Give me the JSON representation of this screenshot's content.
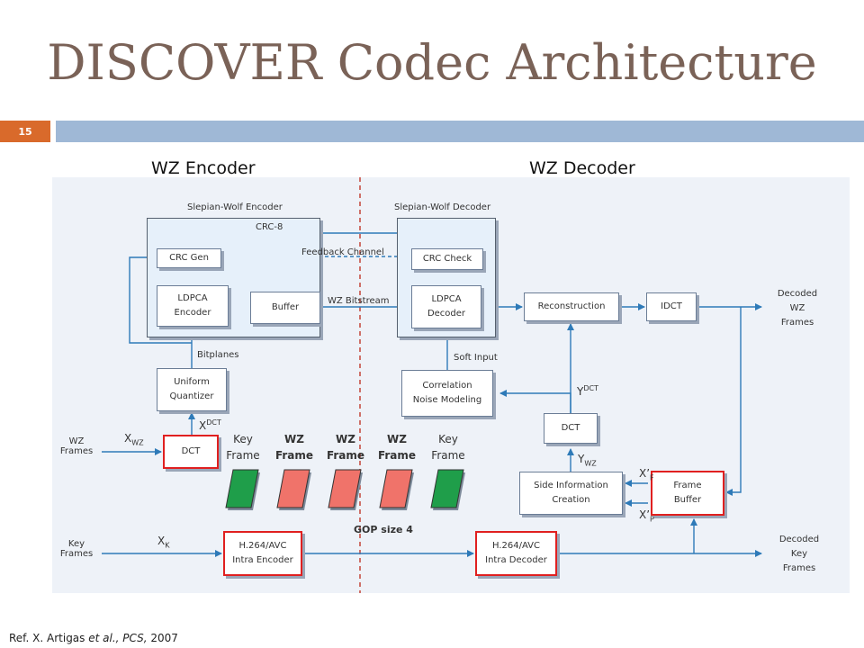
{
  "slide": {
    "title": "DISCOVER Codec Architecture",
    "number": "15",
    "reference_prefix": "Ref. X. Artigas ",
    "reference_italic": "et al., PCS,",
    "reference_suffix": " 2007"
  },
  "sections": {
    "encoder": "WZ Encoder",
    "decoder": "WZ Decoder"
  },
  "blocks": {
    "sw_encoder": "Slepian-Wolf Encoder",
    "sw_decoder": "Slepian-Wolf Decoder",
    "crc_gen": "CRC Gen",
    "crc_check": "CRC Check",
    "ldpca_encoder_1": "LDPCA",
    "ldpca_encoder_2": "Encoder",
    "buffer": "Buffer",
    "ldpca_decoder_1": "LDPCA",
    "ldpca_decoder_2": "Decoder",
    "reconstruction": "Reconstruction",
    "idct": "IDCT",
    "uniform_quantizer_1": "Uniform",
    "uniform_quantizer_2": "Quantizer",
    "dct_encoder": "DCT",
    "correlation_1": "Correlation",
    "correlation_2": "Noise Modeling",
    "dct_decoder": "DCT",
    "side_info_1": "Side Information",
    "side_info_2": "Creation",
    "frame_buffer_1": "Frame",
    "frame_buffer_2": "Buffer",
    "h264_encoder_1": "H.264/AVC",
    "h264_encoder_2": "Intra Encoder",
    "h264_decoder_1": "H.264/AVC",
    "h264_decoder_2": "Intra Decoder"
  },
  "labels": {
    "crc8": "CRC-8",
    "feedback": "Feedback Channel",
    "wz_bitstream": "WZ Bitstream",
    "bitplanes": "Bitplanes",
    "soft_input": "Soft Input",
    "x_dct": "X",
    "x_dct_sup": "DCT",
    "y_dct": "Y",
    "y_dct_sup": "DCT",
    "y_wz": "Y",
    "y_wz_sub": "WZ",
    "x_wz": "X",
    "x_wz_sub": "WZ",
    "x_k": "X",
    "x_k_sub": "K",
    "x_f": "X’",
    "x_f_sub": "F",
    "x_p": "X’",
    "x_p_sub": "P",
    "wz_frames_1": "WZ",
    "wz_frames_2": "Frames",
    "key_frames_1": "Key",
    "key_frames_2": "Frames",
    "decoded_wz_1": "Decoded",
    "decoded_wz_2": "WZ",
    "decoded_wz_3": "Frames",
    "decoded_key_1": "Decoded",
    "decoded_key_2": "Key",
    "decoded_key_3": "Frames"
  },
  "gop": {
    "frames": [
      {
        "type": "key",
        "line1": "Key",
        "line2": "Frame",
        "bold": false
      },
      {
        "type": "wz",
        "line1": "WZ",
        "line2": "Frame",
        "bold": true
      },
      {
        "type": "wz",
        "line1": "WZ",
        "line2": "Frame",
        "bold": true
      },
      {
        "type": "wz",
        "line1": "WZ",
        "line2": "Frame",
        "bold": true
      },
      {
        "type": "key",
        "line1": "Key",
        "line2": "Frame",
        "bold": false
      }
    ],
    "size_label": "GOP size 4"
  },
  "colors": {
    "key_frame": "#1f9e4a",
    "wz_frame": "#f0736a",
    "title": "#7a6257",
    "accent_orange": "#d96a2b",
    "bar_blue": "#9fb8d6",
    "arrow": "#2e7ab8",
    "highlight_red": "#e02020",
    "divider": "#c0392b"
  }
}
